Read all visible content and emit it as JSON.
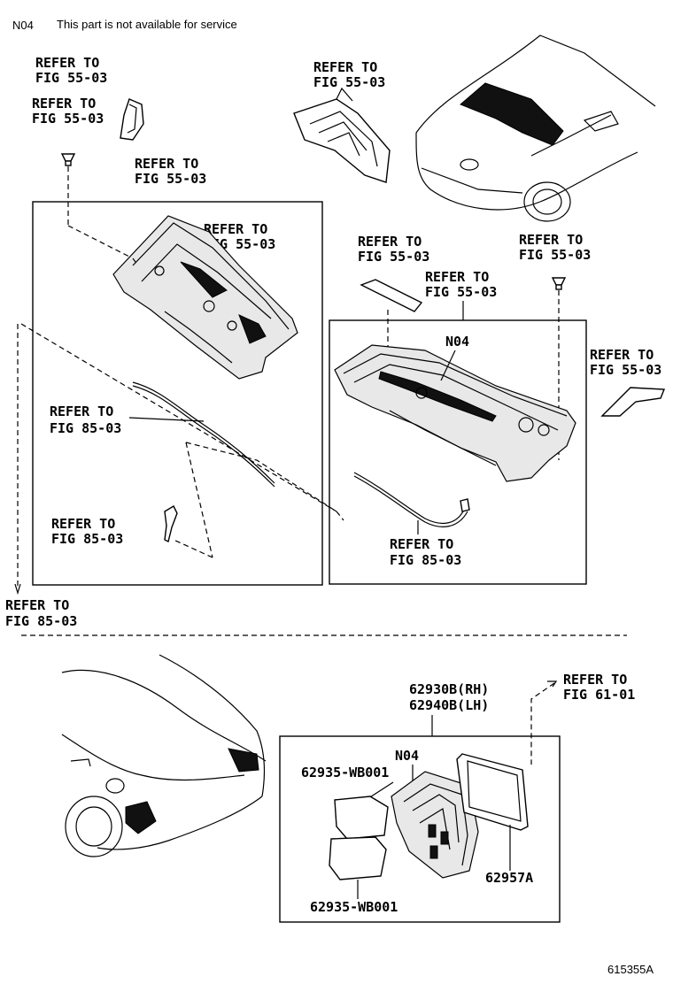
{
  "header": {
    "code": "N04",
    "note": "This part is not available for service"
  },
  "refs": {
    "r1": [
      "REFER TO",
      "FIG 55-03"
    ],
    "r2": [
      "REFER TO",
      "FIG 55-03"
    ],
    "r3": [
      "REFER TO",
      "FIG 55-03"
    ],
    "r4": [
      "REFER TO",
      "FIG 55-03"
    ],
    "r5": [
      "REFER TO",
      "FIG 55-03"
    ],
    "r6": [
      "REFER TO",
      "FIG 85-03"
    ],
    "r7": [
      "REFER TO",
      "FIG 85-03"
    ],
    "r8": [
      "REFER TO",
      "FIG 85-03"
    ],
    "r9": [
      "REFER TO",
      "FIG 55-03"
    ],
    "r10": [
      "REFER TO",
      "FIG 55-03"
    ],
    "r11": [
      "REFER TO",
      "FIG 55-03"
    ],
    "r12": [
      "REFER TO",
      "FIG 55-03"
    ],
    "r13": [
      "REFER TO",
      "FIG 85-03"
    ],
    "r14": [
      "REFER TO",
      "FIG 61-01"
    ]
  },
  "callouts": {
    "n04_upper": "N04",
    "n04_lower": "N04",
    "pn_rh": "62930B(RH)",
    "pn_lh": "62940B(LH)",
    "pn_wb_top": "62935-WB001",
    "pn_wb_bottom": "62935-WB001",
    "pn_62957a": "62957A"
  },
  "footer": {
    "diagram_id": "615355A"
  }
}
